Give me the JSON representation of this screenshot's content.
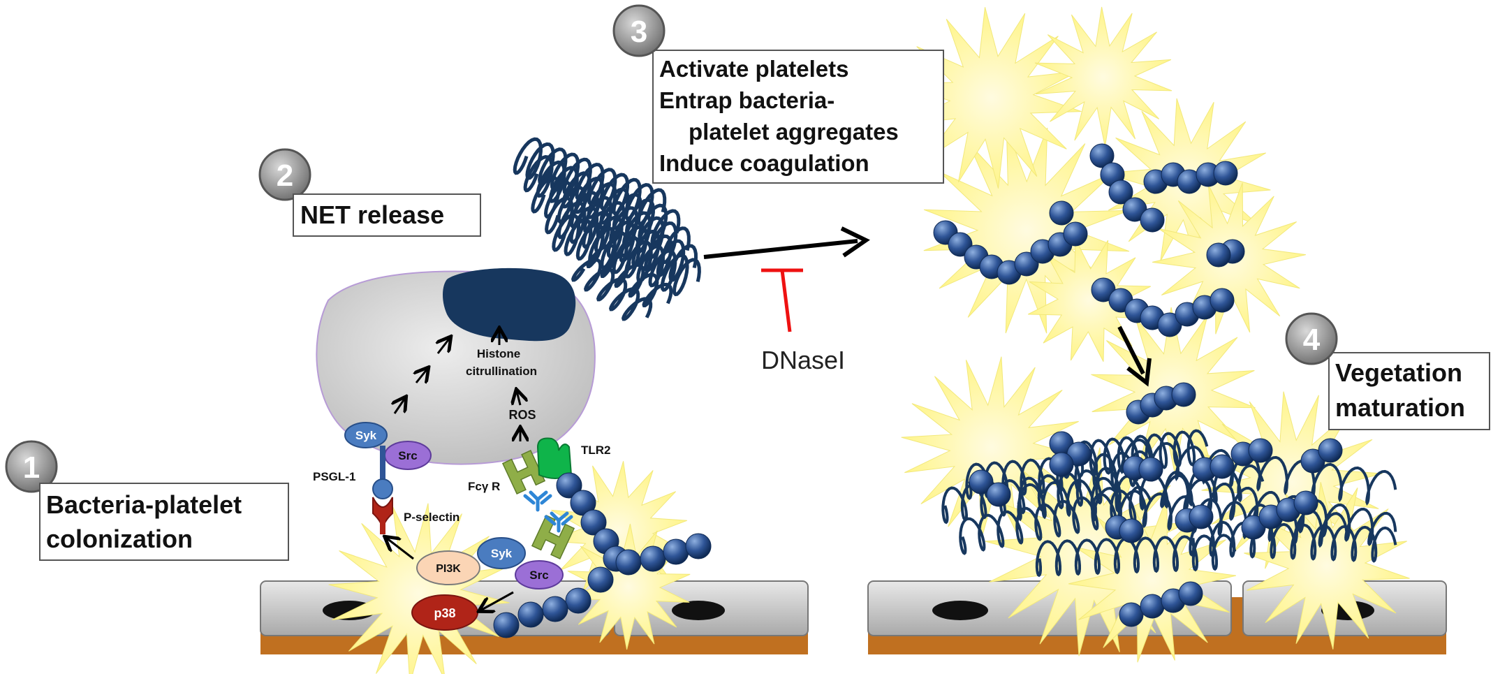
{
  "steps": [
    {
      "number": "1",
      "lines": [
        "Bacteria-platelet",
        "colonization"
      ]
    },
    {
      "number": "2",
      "lines": [
        "NET release"
      ]
    },
    {
      "number": "3",
      "lines": [
        "Activate platelets",
        "Entrap bacteria-",
        "platelet aggregates",
        "Induce coagulation"
      ]
    },
    {
      "number": "4",
      "lines": [
        "Vegetation",
        "maturation"
      ]
    }
  ],
  "molecules": {
    "syk_top": "Syk",
    "src_top": "Src",
    "psgl1": "PSGL-1",
    "pselectin": "P-selectin",
    "pi3k": "PI3K",
    "syk_bottom": "Syk",
    "src_bottom": "Src",
    "p38": "p38",
    "fcgr": "Fcγ R",
    "tlr2": "TLR2",
    "ros": "ROS",
    "histone_1": "Histone",
    "histone_2": "citrullination"
  },
  "inhibitor": "DNaseI",
  "colors": {
    "net": "#17375e",
    "bacteria": "#2f5597",
    "platelet": "#ffff99",
    "tissue": "#c07020",
    "syk": "#4a7cc0",
    "src": "#9b6fd6",
    "p38": "#b02418",
    "pi3k": "#fbd5b5",
    "inhibit": "#ee1111"
  }
}
